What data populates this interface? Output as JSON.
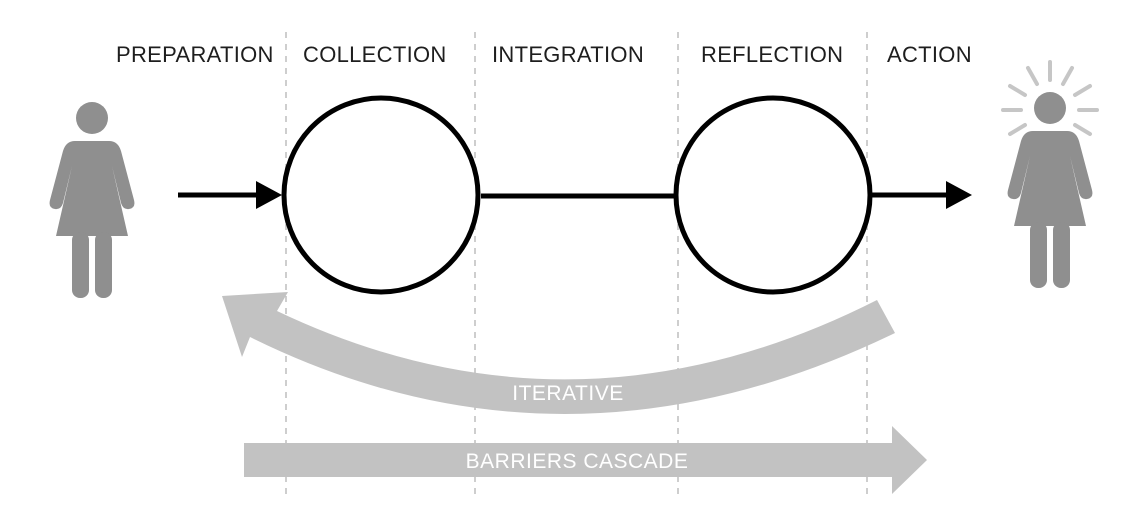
{
  "stages": [
    {
      "label": "PREPARATION"
    },
    {
      "label": "COLLECTION"
    },
    {
      "label": "INTEGRATION"
    },
    {
      "label": "REFLECTION"
    },
    {
      "label": "ACTION"
    }
  ],
  "bands": {
    "iterative_label": "ITERATIVE",
    "cascade_label": "BARRIERS CASCADE"
  },
  "colors": {
    "ink": "#000000",
    "band_gray": "#c2c2c2",
    "figure_gray": "#8f8f8f",
    "divider": "#bdbdbd",
    "label_text": "#1e1e1e"
  },
  "icons": {
    "start_figure": "person-female-icon",
    "end_figure": "person-female-enlightened-icon"
  }
}
